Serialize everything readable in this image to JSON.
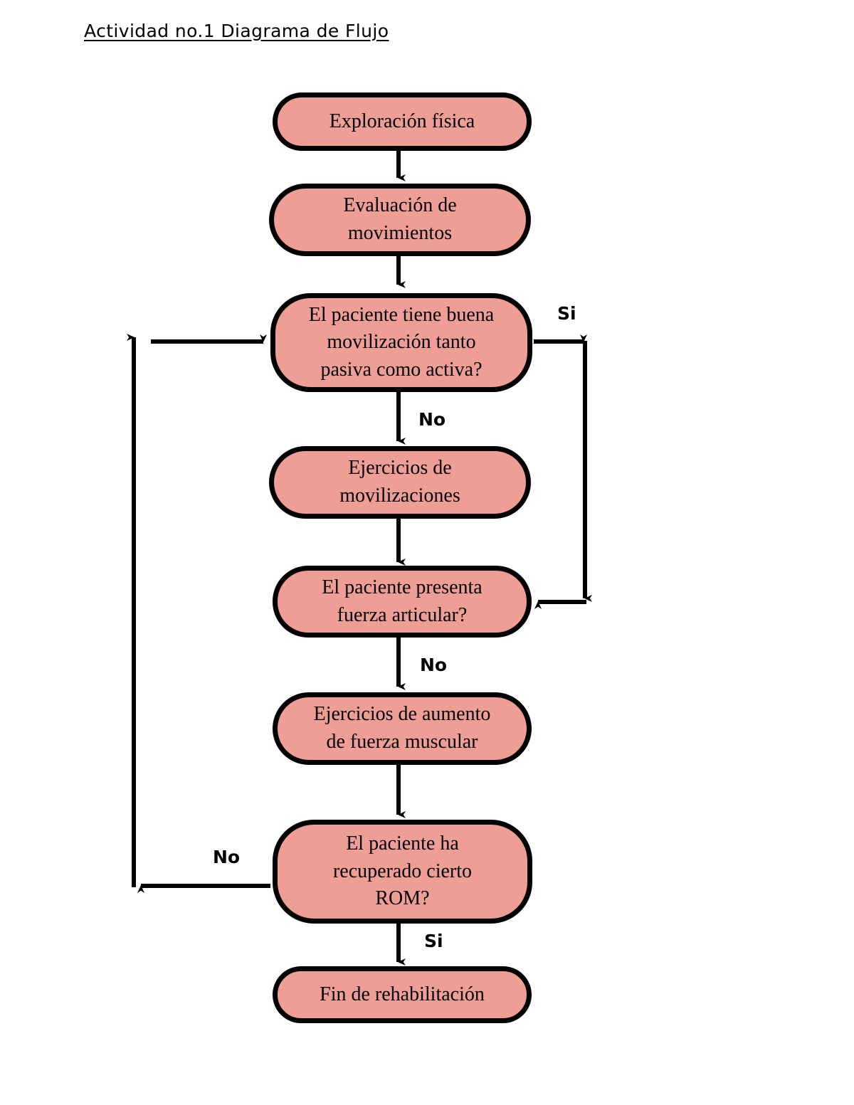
{
  "document": {
    "title": "Actividad no.1 Diagrama de Flujo"
  },
  "theme": {
    "node_fill": "#EE9E95",
    "node_stroke": "#000000",
    "page_background": "#FFFFFF",
    "text_color": "#000000"
  },
  "flowchart": {
    "type": "flowchart",
    "nodes": [
      {
        "id": "n1",
        "label": "Exploración física",
        "shape": "rounded-terminator",
        "role": "start"
      },
      {
        "id": "n2",
        "label": "Evaluación de\nmovimientos",
        "shape": "rounded-process",
        "role": "process"
      },
      {
        "id": "n3",
        "label": "El paciente tiene buena\nmovilización tanto\npasiva como activa?",
        "shape": "rounded-decision",
        "role": "decision"
      },
      {
        "id": "n4",
        "label": "Ejercicios de\nmovilizaciones",
        "shape": "rounded-process",
        "role": "process"
      },
      {
        "id": "n5",
        "label": "El paciente presenta\nfuerza articular?",
        "shape": "rounded-decision",
        "role": "decision"
      },
      {
        "id": "n6",
        "label": "Ejercicios de aumento\nde fuerza muscular",
        "shape": "rounded-process",
        "role": "process"
      },
      {
        "id": "n7",
        "label": "El paciente ha\nrecuperado cierto\nROM?",
        "shape": "rounded-decision",
        "role": "decision"
      },
      {
        "id": "n8",
        "label": "Fin de rehabilitación",
        "shape": "rounded-terminator",
        "role": "end"
      }
    ],
    "edges": [
      {
        "from": "n1",
        "to": "n2",
        "label": ""
      },
      {
        "from": "n2",
        "to": "n3",
        "label": ""
      },
      {
        "from": "n3",
        "to": "n4",
        "label": "No"
      },
      {
        "from": "n3",
        "to": "n5",
        "label": "Si"
      },
      {
        "from": "n4",
        "to": "n5",
        "label": ""
      },
      {
        "from": "n5",
        "to": "n6",
        "label": "No"
      },
      {
        "from": "n6",
        "to": "n7",
        "label": ""
      },
      {
        "from": "n7",
        "to": "n3",
        "label": "No"
      },
      {
        "from": "n7",
        "to": "n8",
        "label": "Si"
      }
    ],
    "branch_labels": {
      "si_decision1": "Si",
      "no_decision1": "No",
      "no_decision2": "No",
      "no_decision3": "No",
      "si_decision3": "Si"
    }
  }
}
